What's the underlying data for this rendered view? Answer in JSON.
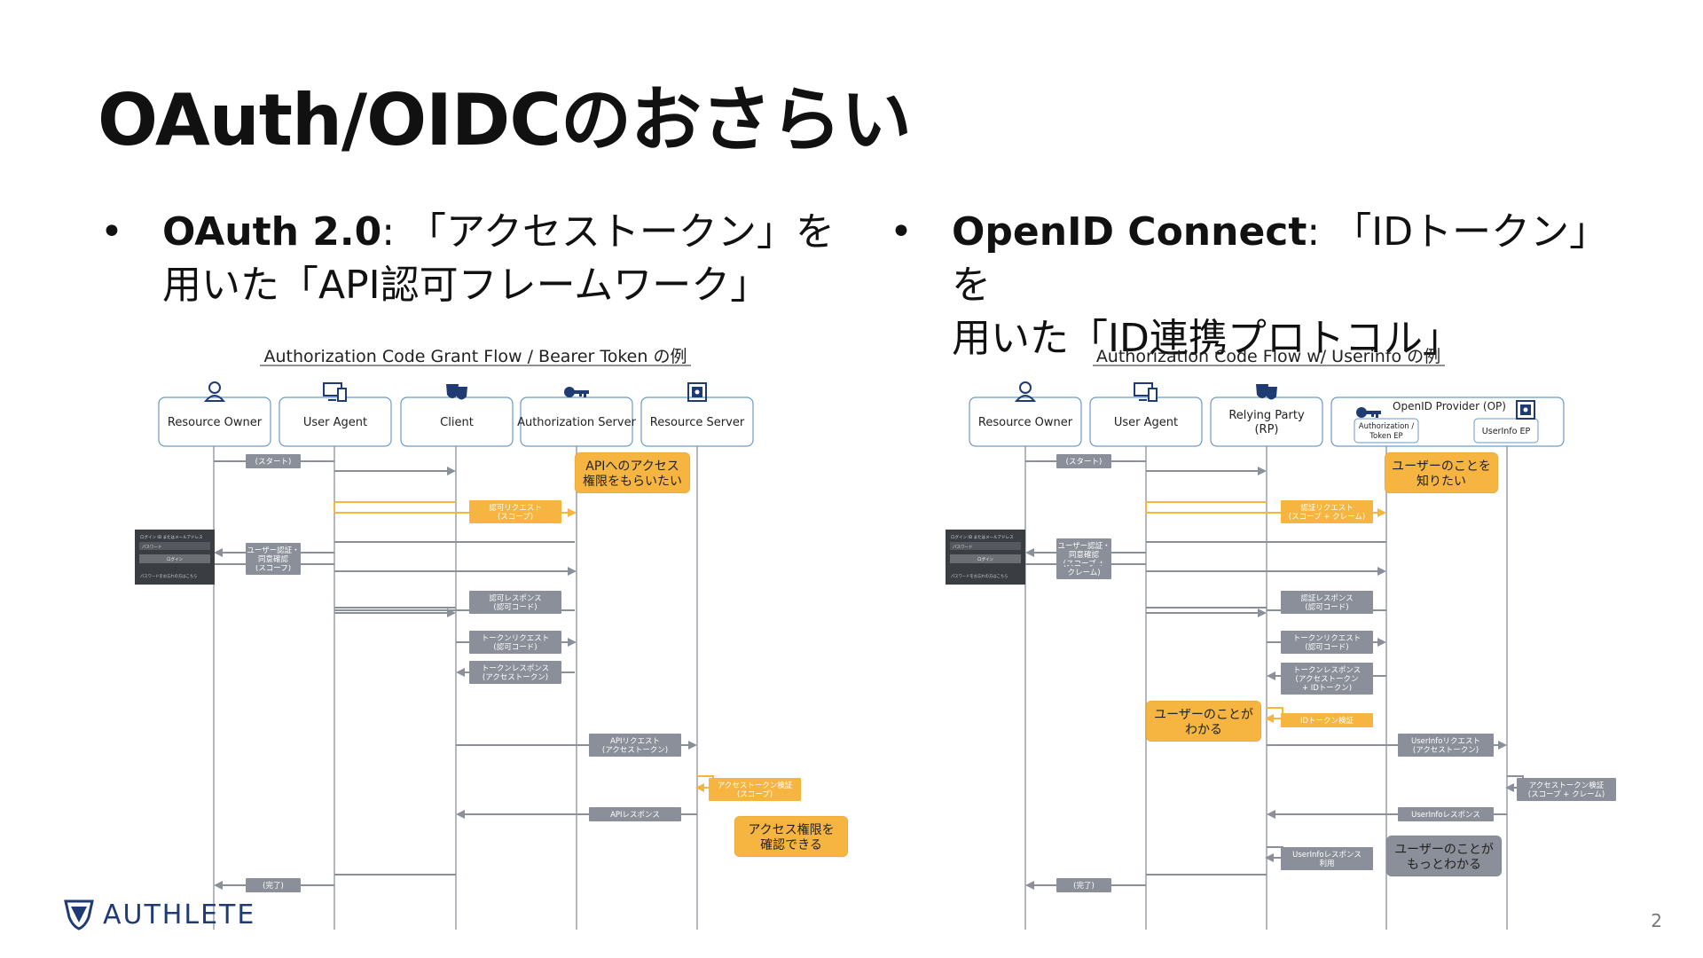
{
  "title": "OAuth/OIDCのおさらい",
  "bullets": {
    "left": {
      "term": "OAuth 2.0",
      "line1": ": 「アクセストークン」を",
      "line2": "用いた「API認可フレームワーク」"
    },
    "right": {
      "term": "OpenID Connect",
      "line1": ": 「IDトークン」を",
      "line2": "用いた「ID連携プロトコル」"
    }
  },
  "diagrams": [
    {
      "title": "Authorization Code Grant Flow / Bearer Token の例",
      "actors": [
        {
          "label": "Resource Owner",
          "icon": "person-icon"
        },
        {
          "label": "User Agent",
          "icon": "devices-icon"
        },
        {
          "label": "Client",
          "icon": "masks-icon"
        },
        {
          "label": "Authorization Server",
          "icon": "key-icon"
        },
        {
          "label": "Resource Server",
          "icon": "safe-icon"
        }
      ],
      "messages": {
        "start": "(スタート)",
        "authz_request": [
          "認可リクエスト",
          "(スコープ)"
        ],
        "auth_consent": [
          "ユーザー認証・",
          "同意確認",
          "(スコープ)"
        ],
        "authz_response": [
          "認可レスポンス",
          "(認可コード)"
        ],
        "token_request": [
          "トークンリクエスト",
          "(認可コード)"
        ],
        "token_response": [
          "トークンレスポンス",
          "(アクセストークン)"
        ],
        "api_request": [
          "APIリクエスト",
          "(アクセストークン)"
        ],
        "token_verify": [
          "アクセストークン検証",
          "(スコープ)"
        ],
        "api_response": "APIレスポンス",
        "done": "(完了)"
      },
      "callouts": {
        "top": [
          "APIへのアクセス",
          "権限をもらいたい"
        ],
        "bottom": [
          "アクセス権限を",
          "確認できる"
        ]
      }
    },
    {
      "title": "Authorization Code Flow w/ Userinfo の例",
      "actors": [
        {
          "label": "Resource Owner",
          "icon": "person-icon"
        },
        {
          "label": "User Agent",
          "icon": "devices-icon"
        },
        {
          "label": "Relying Party (RP)",
          "icon": "masks-icon"
        }
      ],
      "op_group": {
        "label": "OpenID Provider (OP)",
        "token_ep": "Authorization / Token EP",
        "userinfo_ep": "UserInfo EP"
      },
      "messages": {
        "start": "(スタート)",
        "authn_request": [
          "認証リクエスト",
          "(スコープ + クレーム)"
        ],
        "auth_consent": [
          "ユーザー認証・",
          "同意確認",
          "(スコープ +",
          "クレーム)"
        ],
        "authz_response": [
          "認証レスポンス",
          "(認可コード)"
        ],
        "token_request": [
          "トークンリクエスト",
          "(認可コード)"
        ],
        "token_response": [
          "トークンレスポンス",
          "(アクセストークン",
          "+ IDトークン)"
        ],
        "id_token_verify": "IDトークン検証",
        "userinfo_request": [
          "UserInfoリクエスト",
          "(アクセストークン)"
        ],
        "token_verify": [
          "アクセストークン検証",
          "(スコープ + クレーム)"
        ],
        "userinfo_response": "UserInfoレスポンス",
        "userinfo_use": [
          "UserInfoレスポンス",
          "利用"
        ],
        "done": "(完了)"
      },
      "callouts": {
        "top": [
          "ユーザーのことを",
          "知りたい"
        ],
        "middle": [
          "ユーザーのことが",
          "わかる"
        ],
        "bottom": [
          "ユーザーのことが",
          "もっとわかる"
        ]
      }
    }
  ],
  "login_form": {
    "title": "ログイン ID またはメールアドレス",
    "password": "パスワード",
    "button": "ログイン",
    "forgot": "パスワードをお忘れの方はこちら"
  },
  "logo": "AUTHLETE",
  "page_number": "2",
  "colors": {
    "accent": "#f5b540",
    "gray": "#8a8f99",
    "actor_border": "#6c9ac6",
    "logo": "#1f3b73"
  }
}
